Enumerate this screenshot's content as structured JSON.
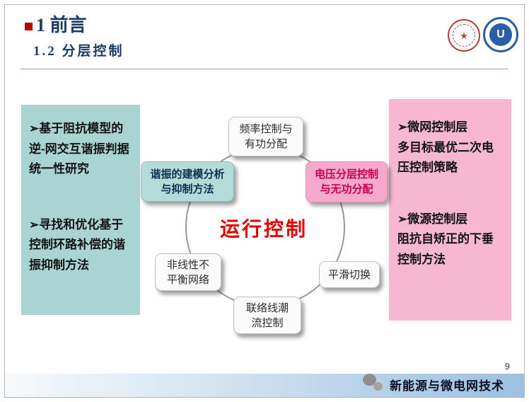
{
  "header": {
    "title": "1 前言",
    "subtitle": "1.2 分层控制"
  },
  "icons": {
    "red_logo_glyph": "★",
    "blue_logo_glyph": "U",
    "footer_logo": "wechat-icon"
  },
  "left_panel": {
    "items": [
      {
        "text": "➢基于阻抗模型的逆-网交互谐振判据统一性研究"
      },
      {
        "text": "➢寻找和优化基于控制环路补偿的谐振抑制方法"
      }
    ]
  },
  "right_panel": {
    "items": [
      {
        "title": "➢微网控制层",
        "body": "多目标最优二次电压控制策略"
      },
      {
        "title": "➢微源控制层",
        "body": "阻抗自矫正的下垂控制方法"
      }
    ]
  },
  "diagram": {
    "center_label": "运行控制",
    "nodes": {
      "top": "频率控制与\n有功分配",
      "left": "谐振的建模分析\n与抑制方法",
      "right": "电压分层控制\n与无功分配",
      "bottom_left": "非线性不\n平衡网络",
      "bottom_right": "平滑切换",
      "bottom": "联络线潮\n流控制"
    }
  },
  "footer": {
    "page_number": "9",
    "brand": "新能源与微电网技术"
  },
  "colors": {
    "accent_teal": "#a9d4d2",
    "accent_pink": "#f7b7d1",
    "title_navy": "#1b3a66",
    "center_red": "#e60000"
  }
}
